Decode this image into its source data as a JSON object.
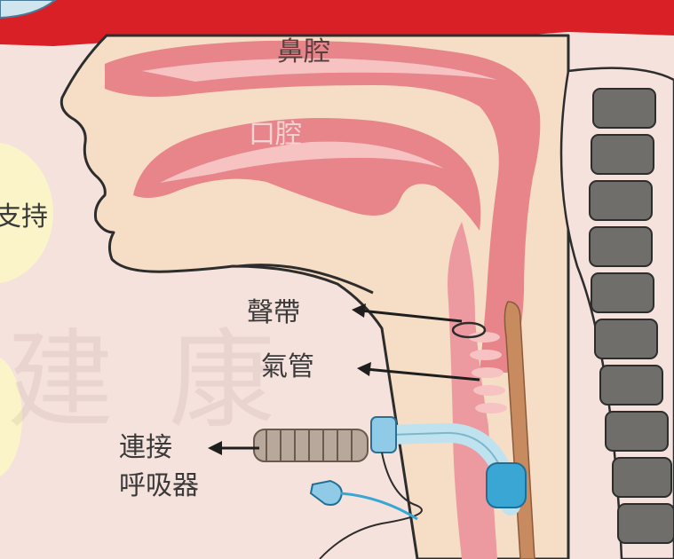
{
  "labels": {
    "nasal_cavity": "鼻腔",
    "oral_cavity": "口腔",
    "vocal_cords": "聲帶",
    "trachea": "氣管",
    "connect_line1": "連接",
    "connect_line2": "呼吸器",
    "support_fragment": "支持"
  },
  "watermark": {
    "char1": "建",
    "char2": "康"
  },
  "colors": {
    "banner": "#d92026",
    "skin": "#f6ddc6",
    "background": "#f6e2dc",
    "airway": "#e8858a",
    "airway_light": "#f6c2c2",
    "vertebra": "#6f6e6a",
    "tube": "#bfe2ef",
    "cuff": "#3aa6d4",
    "corrugated": "#b8a89c",
    "esophagus": "#c88a5f"
  }
}
